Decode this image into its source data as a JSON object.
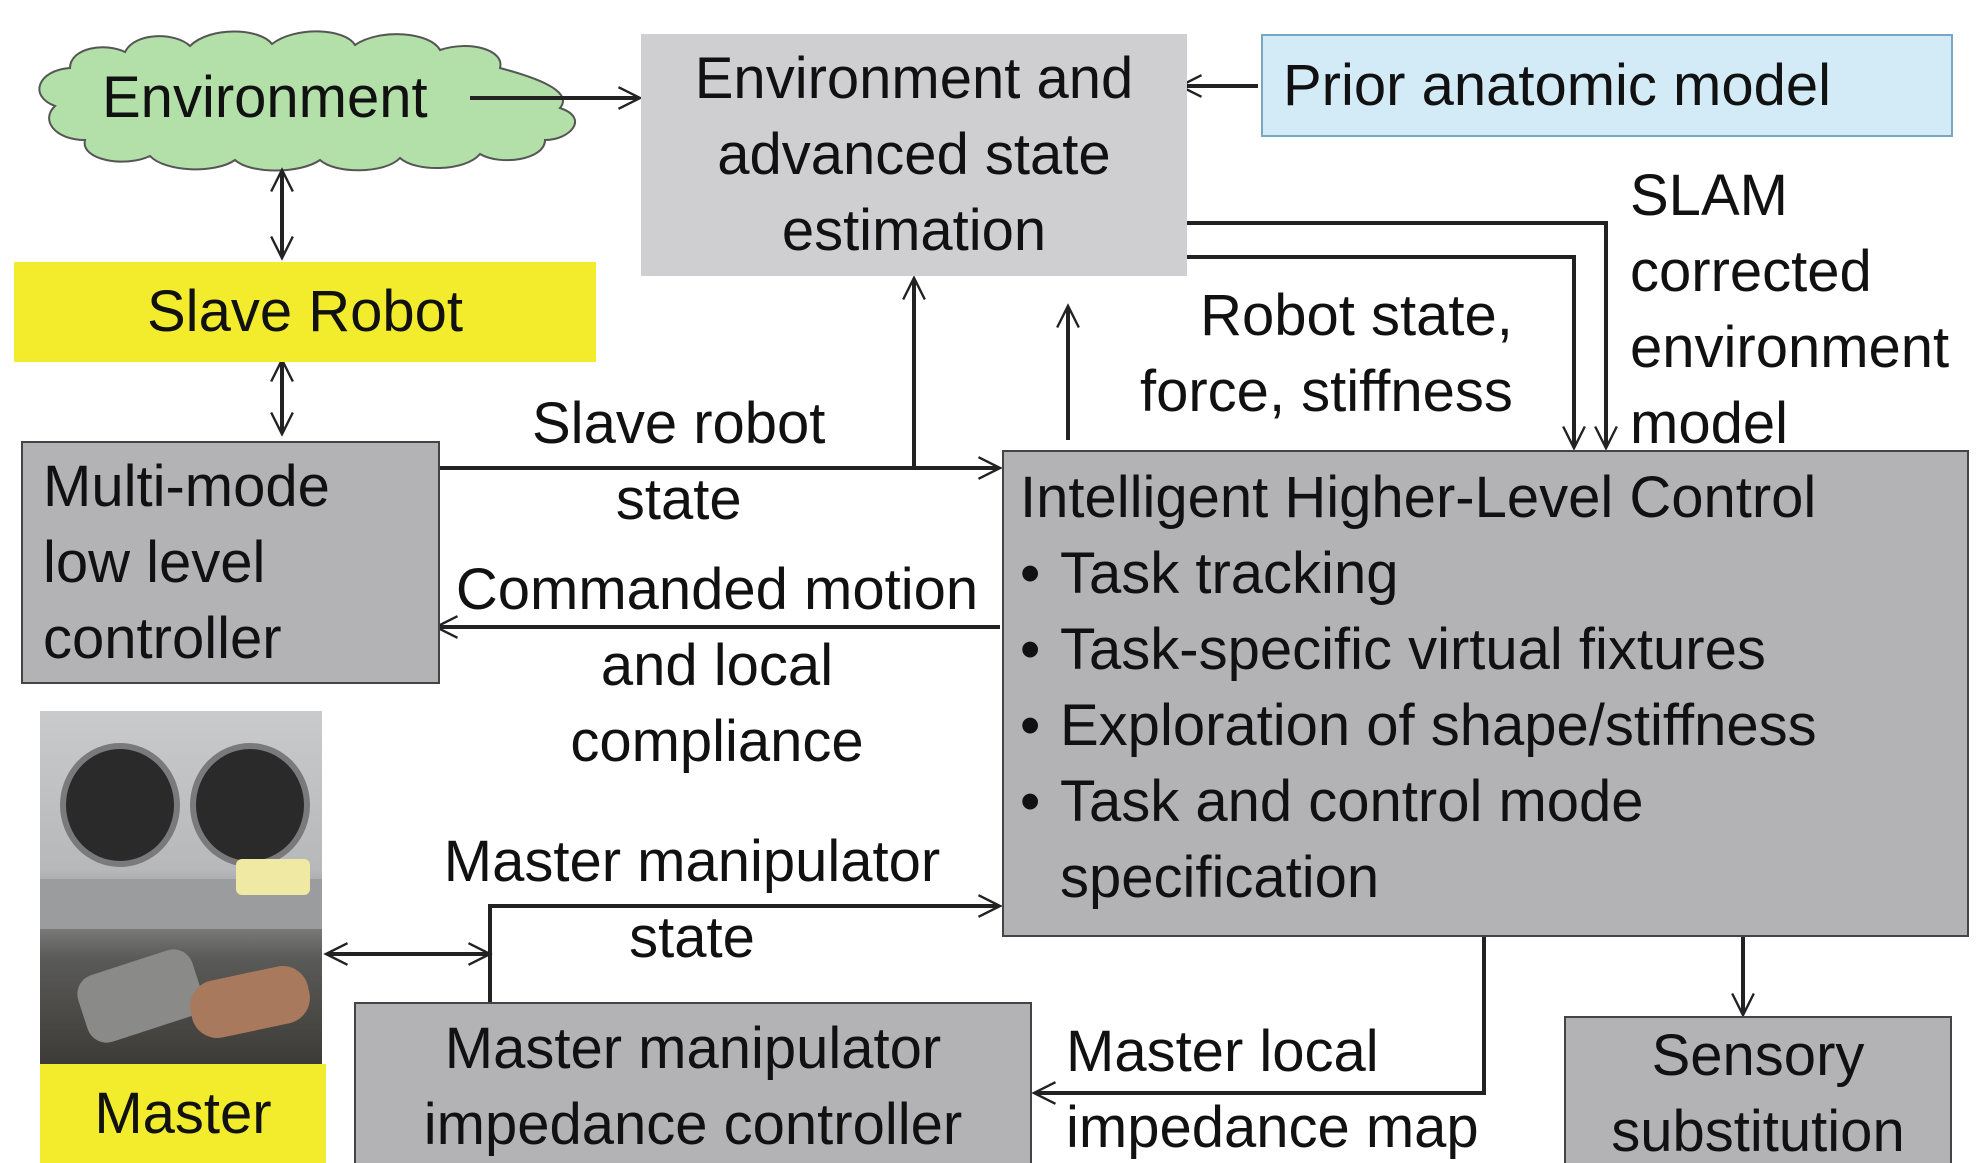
{
  "nodes": {
    "environment": {
      "label": "Environment",
      "color": "#b3dfa8"
    },
    "estimation": {
      "lines": [
        "Environment and",
        "advanced state",
        "estimation"
      ],
      "color": "#cfcfd1"
    },
    "prior_model": {
      "label": "Prior anatomic model",
      "color": "#d3ebf7"
    },
    "slave_robot": {
      "label": "Slave Robot",
      "color": "#f2ec2d"
    },
    "low_level": {
      "lines": [
        "Multi-mode",
        "low level",
        "controller"
      ],
      "color": "#b3b3b5"
    },
    "higher_level": {
      "title": "Intelligent Higher-Level Control",
      "bullet_glyph": "•",
      "bullets": [
        {
          "lines": [
            "Task tracking"
          ]
        },
        {
          "lines": [
            "Task-specific virtual fixtures"
          ]
        },
        {
          "lines": [
            "Exploration of shape/stiffness"
          ]
        },
        {
          "lines": [
            "Task and control mode",
            "specification"
          ]
        }
      ],
      "color": "#b3b3b5"
    },
    "master": {
      "label": "Master",
      "color": "#f2ec2d"
    },
    "impedance_ctrl": {
      "lines": [
        "Master manipulator",
        "impedance controller"
      ],
      "color": "#b3b3b5"
    },
    "sensory": {
      "lines": [
        "Sensory",
        "substitution"
      ],
      "color": "#b3b3b5"
    }
  },
  "edge_labels": {
    "slam": [
      "SLAM",
      "corrected",
      "environment",
      "model"
    ],
    "robot_state": [
      "Robot state,",
      "force, stiffness"
    ],
    "slave_state": [
      "Slave robot",
      "state"
    ],
    "commanded": [
      "Commanded motion",
      "and local",
      "compliance"
    ],
    "master_state": [
      "Master manipulator",
      "state"
    ],
    "local_impedance": [
      "Master local",
      "impedance map"
    ]
  },
  "colors": {
    "stroke": "#222222",
    "text": "#111111"
  }
}
